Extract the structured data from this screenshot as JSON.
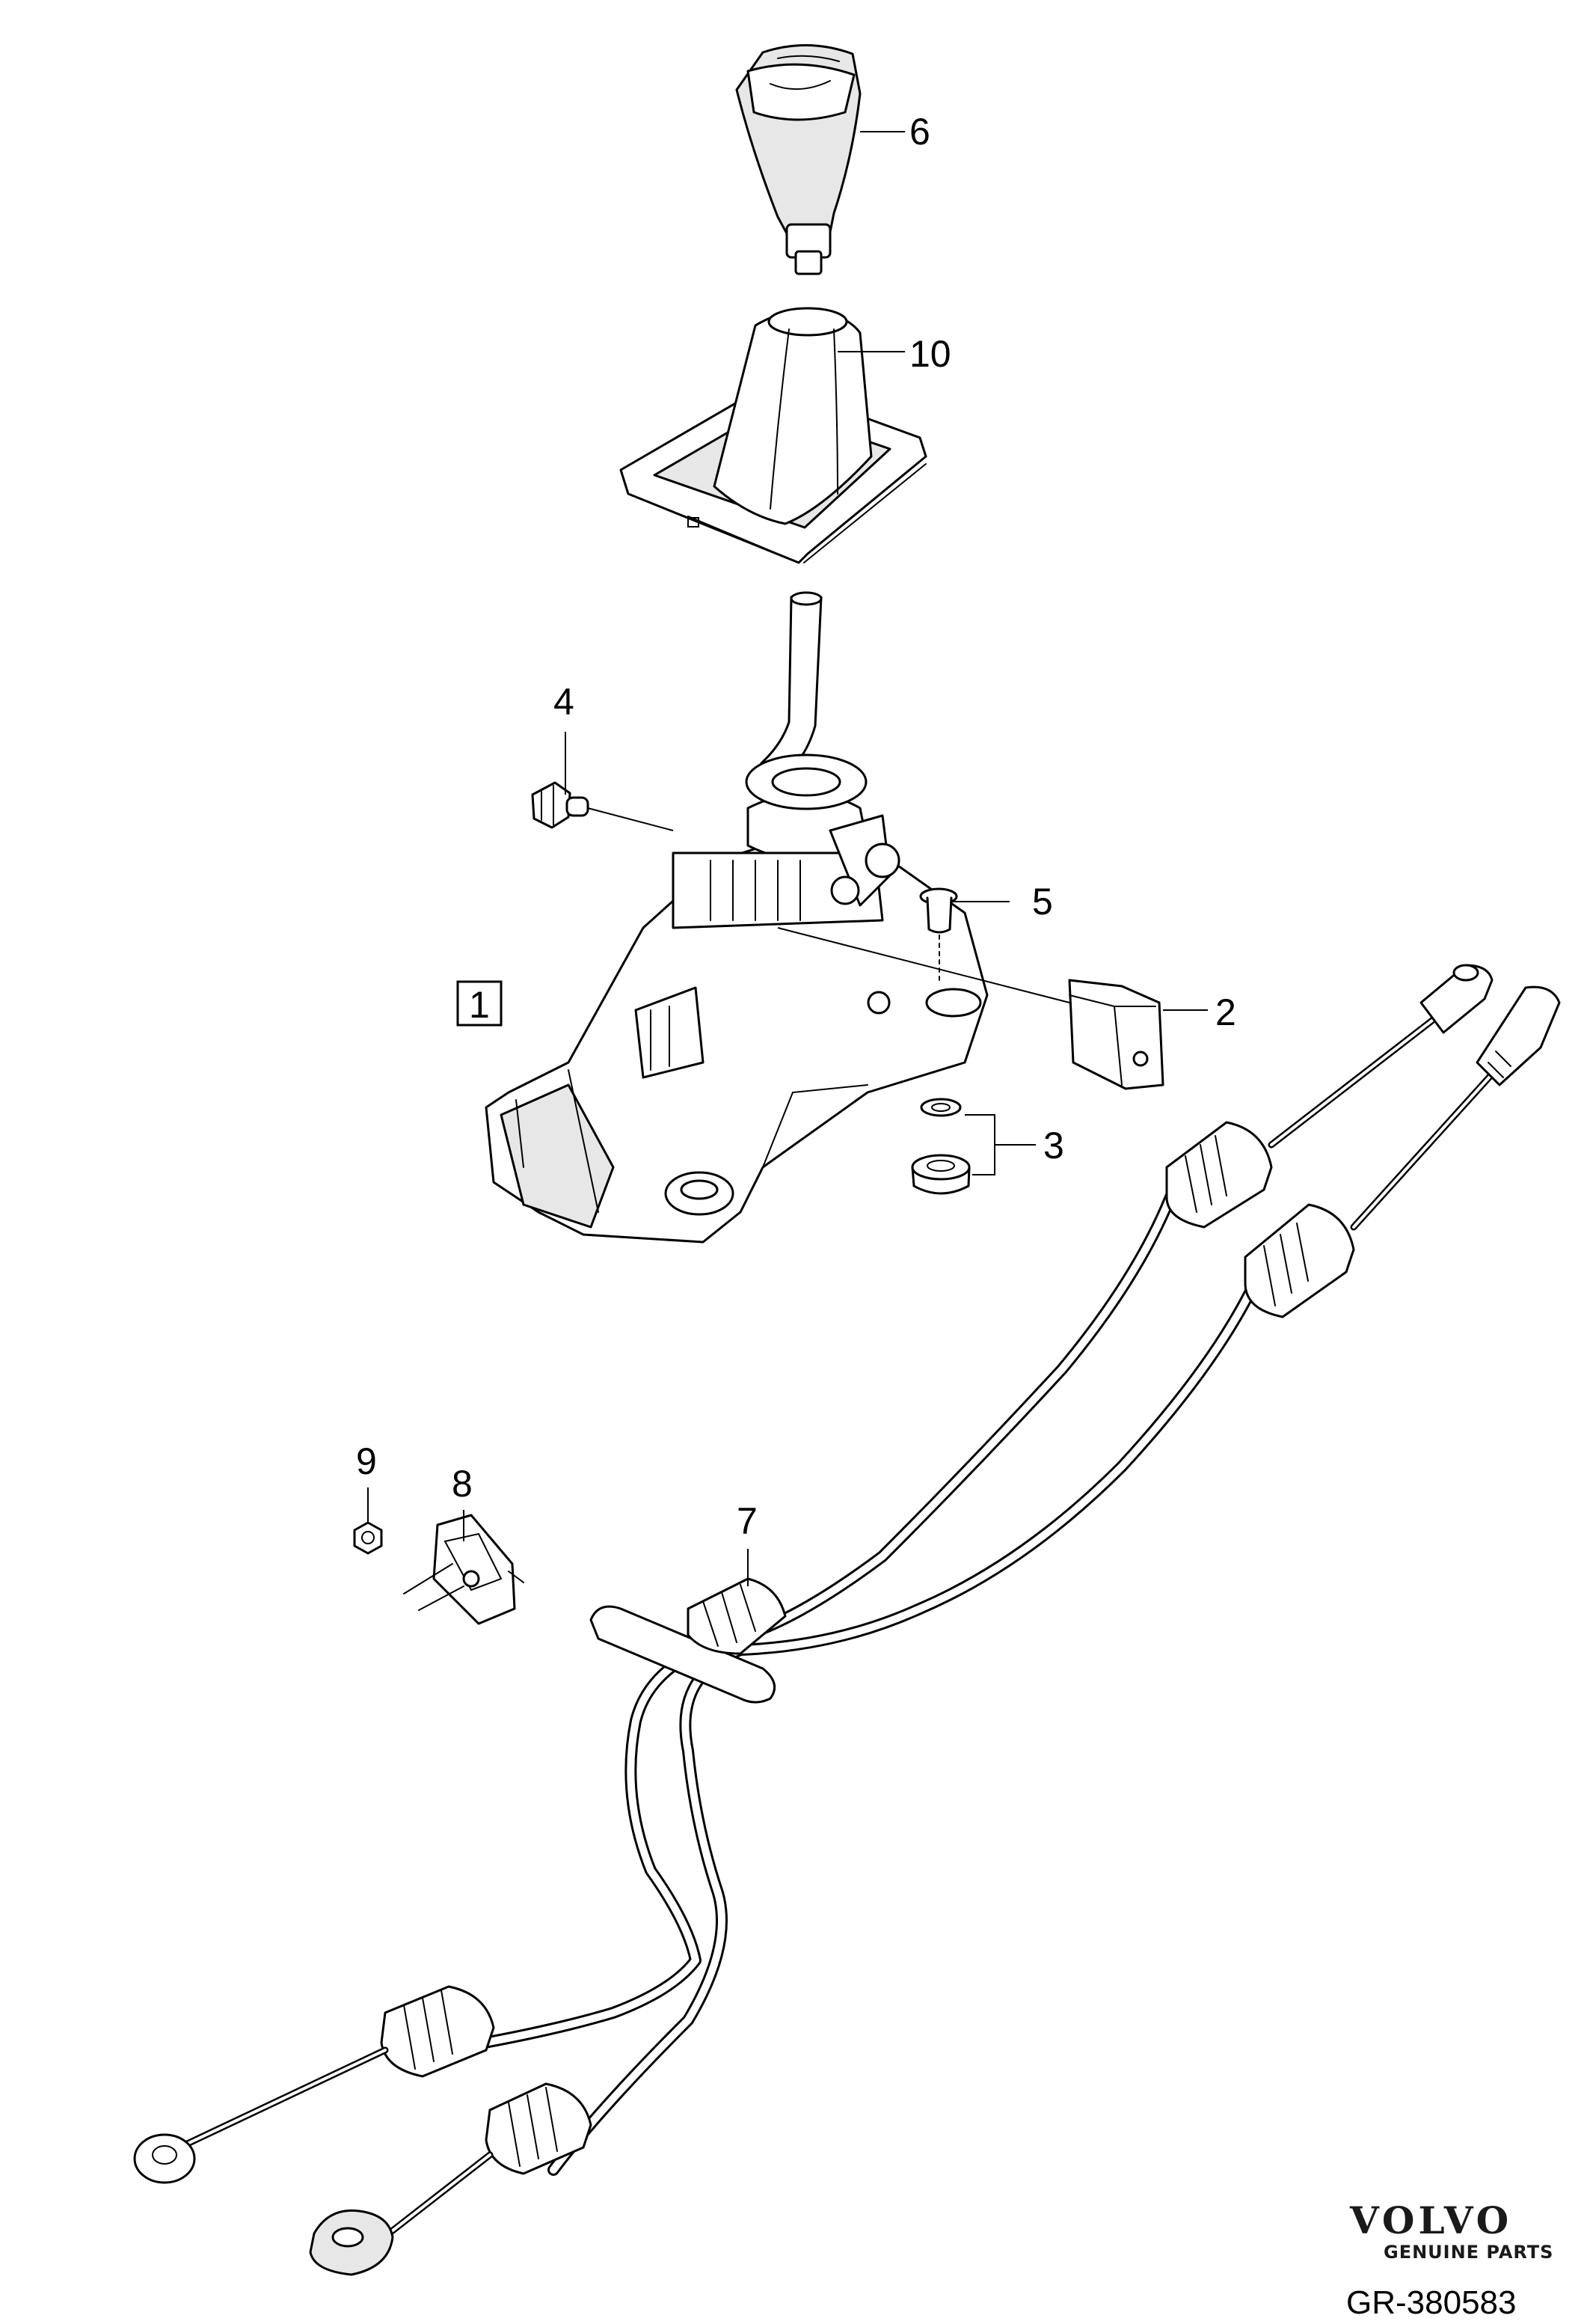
{
  "diagram": {
    "callouts": [
      {
        "id": "c6",
        "label": "6"
      },
      {
        "id": "c10",
        "label": "10"
      },
      {
        "id": "c4",
        "label": "4"
      },
      {
        "id": "c5",
        "label": "5"
      },
      {
        "id": "c1",
        "label": "1"
      },
      {
        "id": "c2",
        "label": "2"
      },
      {
        "id": "c3",
        "label": "3"
      },
      {
        "id": "c9",
        "label": "9"
      },
      {
        "id": "c8",
        "label": "8"
      },
      {
        "id": "c7",
        "label": "7"
      }
    ],
    "reference_code": "GR-380583"
  },
  "logo": {
    "brand": "VOLVO",
    "tagline": "GENUINE PARTS"
  }
}
